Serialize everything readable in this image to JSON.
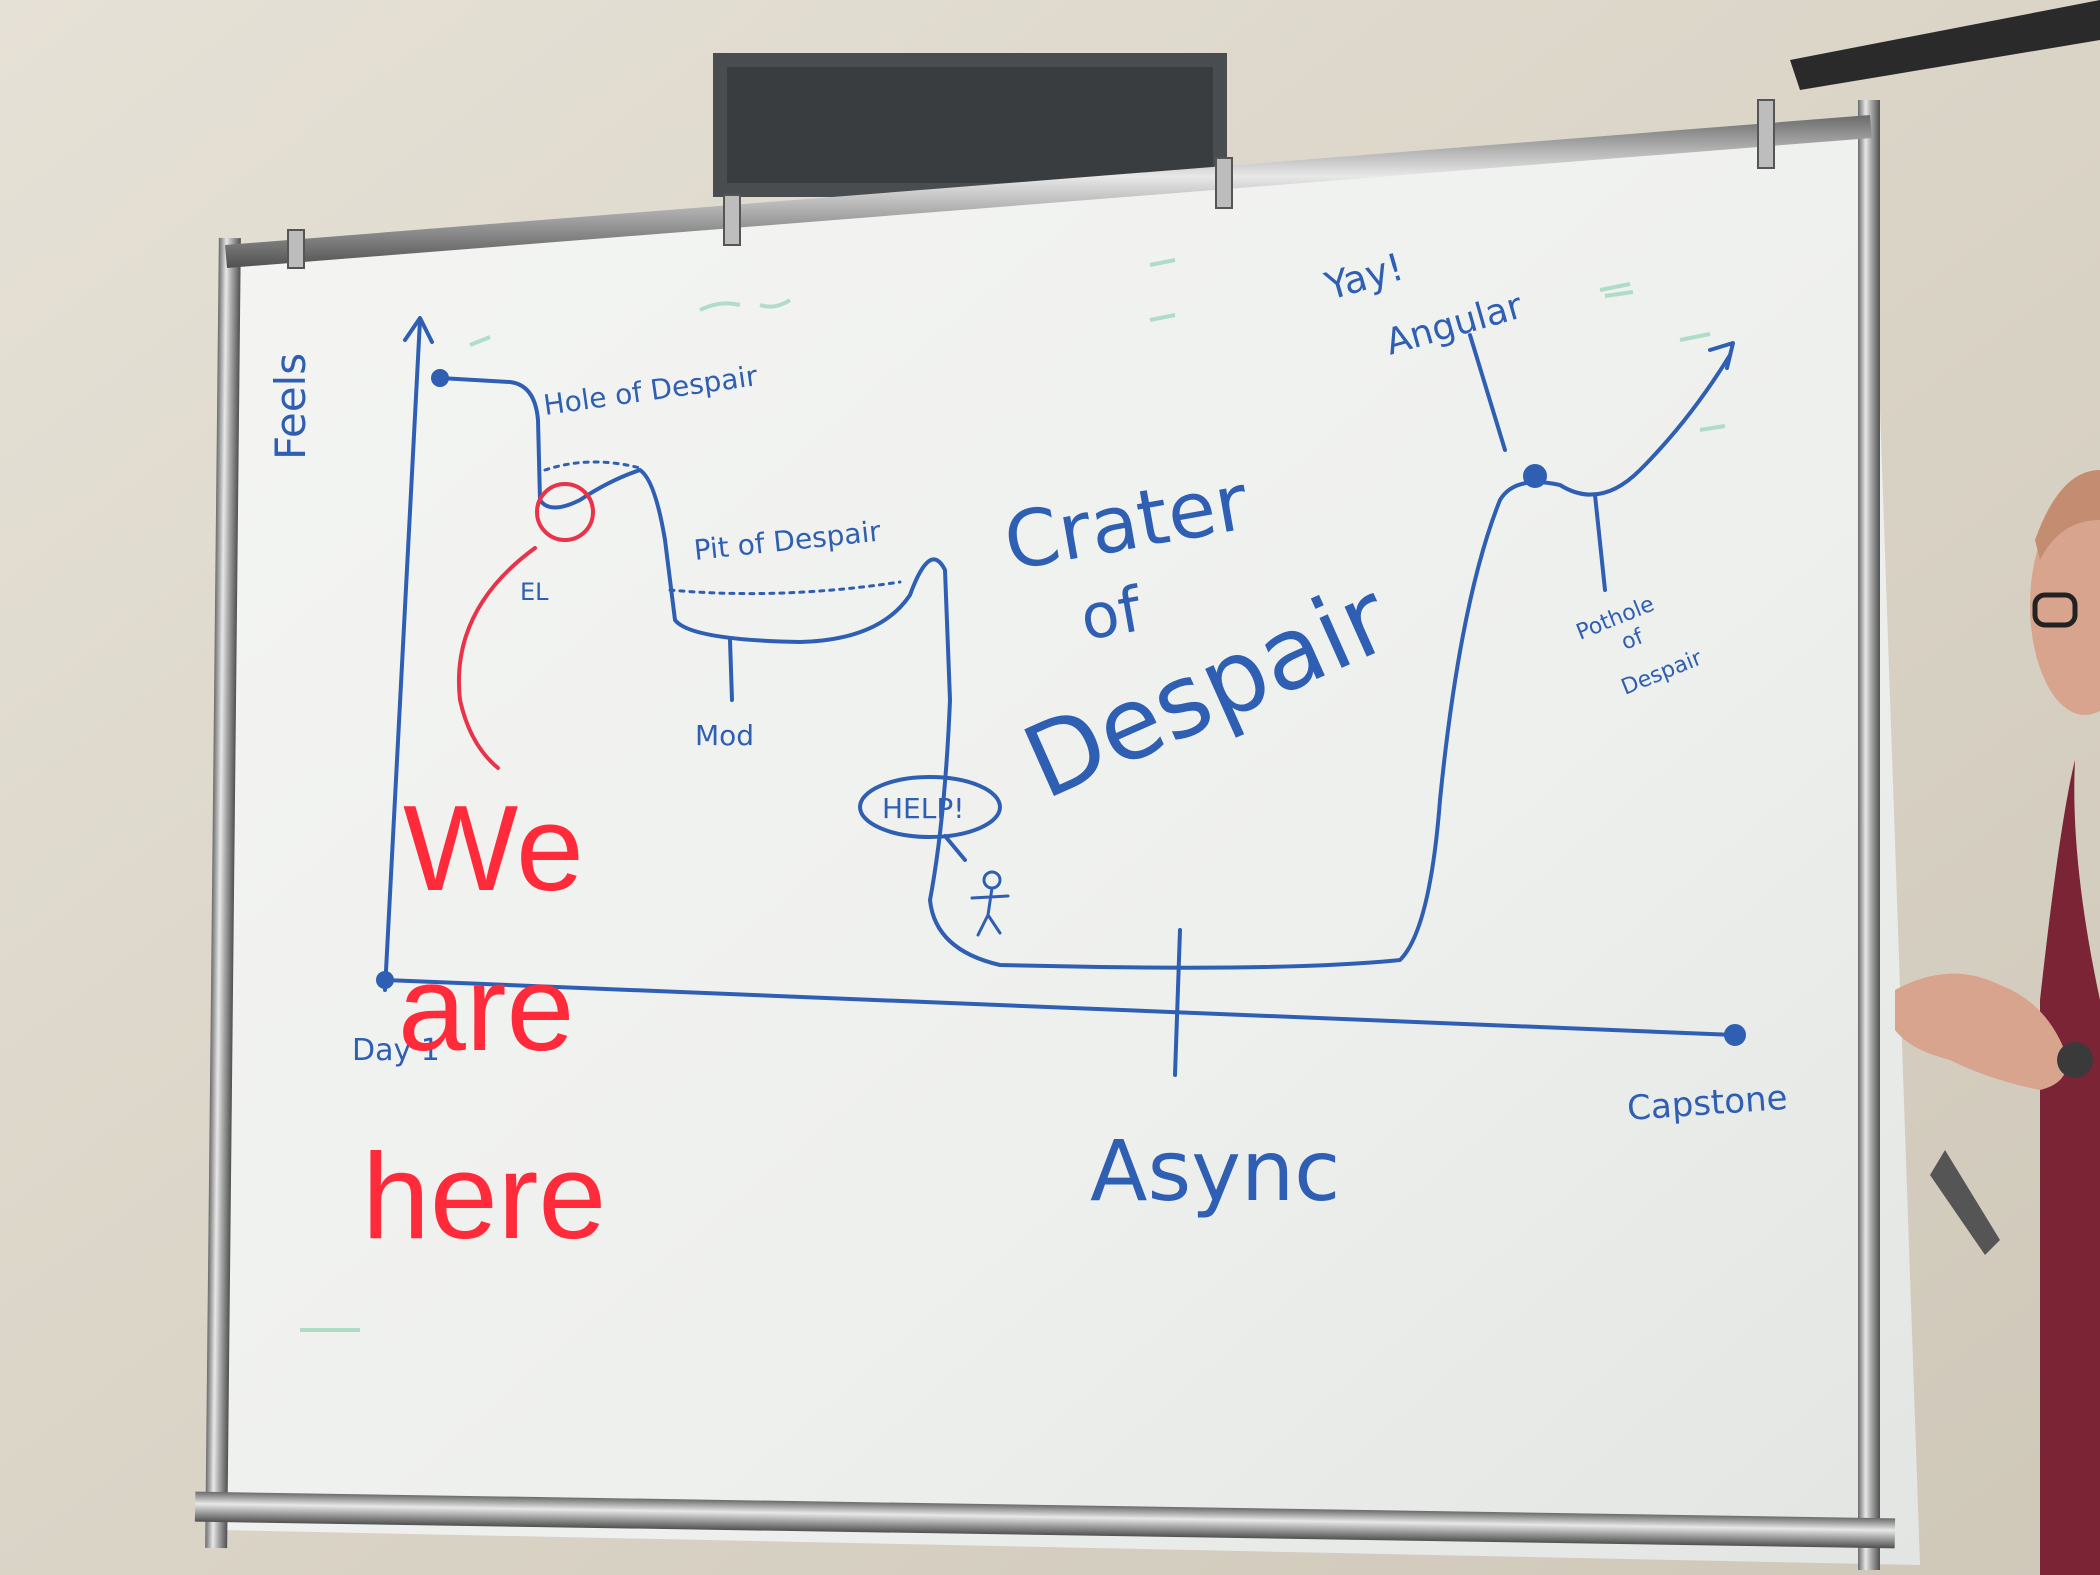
{
  "whiteboard": {
    "y_axis_label": "Feels",
    "x_start_label": "Day 1",
    "x_end_label": "Capstone",
    "landmarks": {
      "hole": "Hole of Despair",
      "el": "EL",
      "pit": "Pit of Despair",
      "mod": "Mod",
      "crater_line1": "Crater",
      "crater_line2": "of",
      "crater_line3": "Despair",
      "help": "HELP!",
      "async": "Async",
      "yay_line1": "Yay!",
      "yay_line2": "Angular",
      "pothole_line1": "Pothole",
      "pothole_line2": "of",
      "pothole_line3": "Despair"
    }
  },
  "overlay": {
    "line1": "We",
    "line2": "are",
    "line3": "here",
    "color": "#ff2a3a"
  },
  "marker_color": "#2f5fb3"
}
